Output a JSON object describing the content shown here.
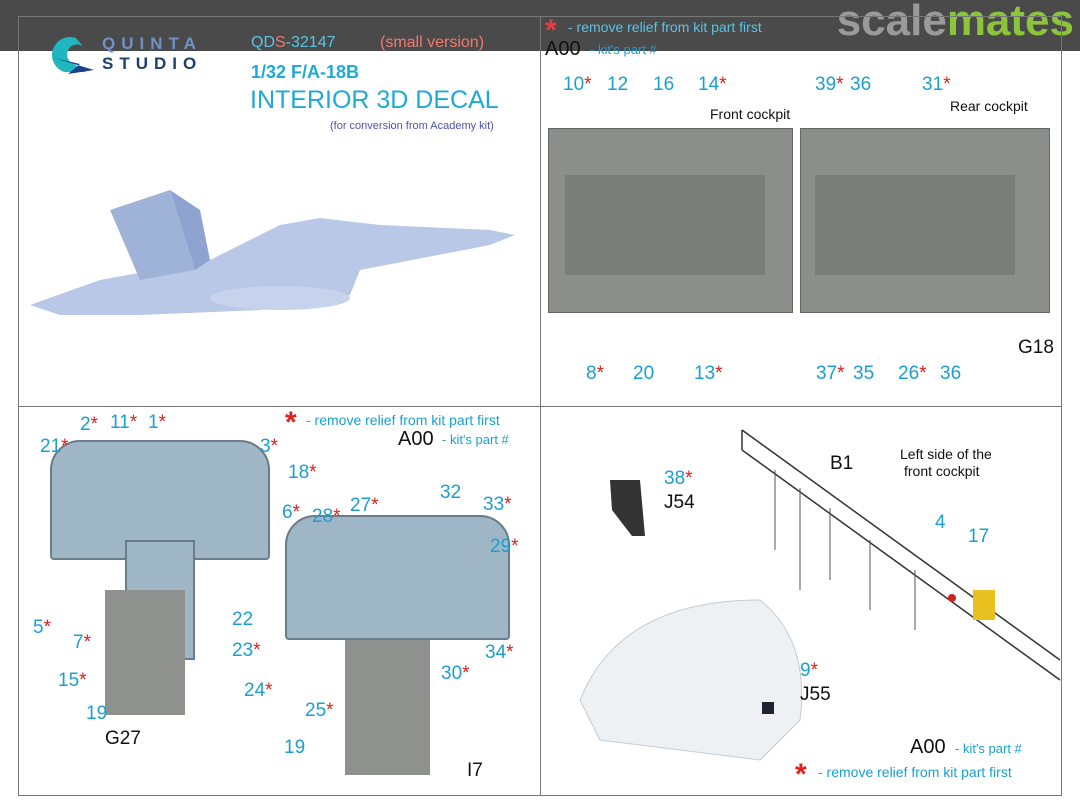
{
  "header": {
    "logo_top": "QUINTA",
    "logo_bottom": "STUDIO",
    "code_prefix": "QD",
    "code_s": "S",
    "code_num": "-32147",
    "variant": "(small version)",
    "scale_model": "1/32 F/A-18B",
    "product": "INTERIOR 3D DECAL",
    "note": "(for conversion from Academy kit)"
  },
  "legend": {
    "star": "*",
    "remove": "- remove relief from kit part first",
    "part_code": "A00",
    "part_desc": "- kit's part #"
  },
  "watermark": {
    "scale": "scale",
    "mates": "mates"
  },
  "colors": {
    "accent": "#1a9fd0",
    "star": "#e0201c",
    "title": "#1eaad6"
  },
  "panel2": {
    "front": "Front cockpit",
    "rear": "Rear cockpit",
    "labels": [
      "10",
      "12",
      "16",
      "14",
      "39",
      "36",
      "31",
      "8",
      "20",
      "13",
      "37",
      "35",
      "26",
      "36",
      "G18"
    ]
  },
  "panel3": {
    "labels": [
      "2",
      "11",
      "1",
      "21",
      "3",
      "18",
      "6",
      "5",
      "7",
      "15",
      "19",
      "G27",
      "28",
      "27",
      "32",
      "33",
      "29",
      "22",
      "23",
      "24",
      "30",
      "34",
      "25",
      "19",
      "I7"
    ]
  },
  "panel4": {
    "side_note_1": "Left side of the",
    "side_note_2": "front cockpit",
    "labels": [
      "38",
      "J54",
      "B1",
      "4",
      "17",
      "9",
      "J55"
    ]
  }
}
